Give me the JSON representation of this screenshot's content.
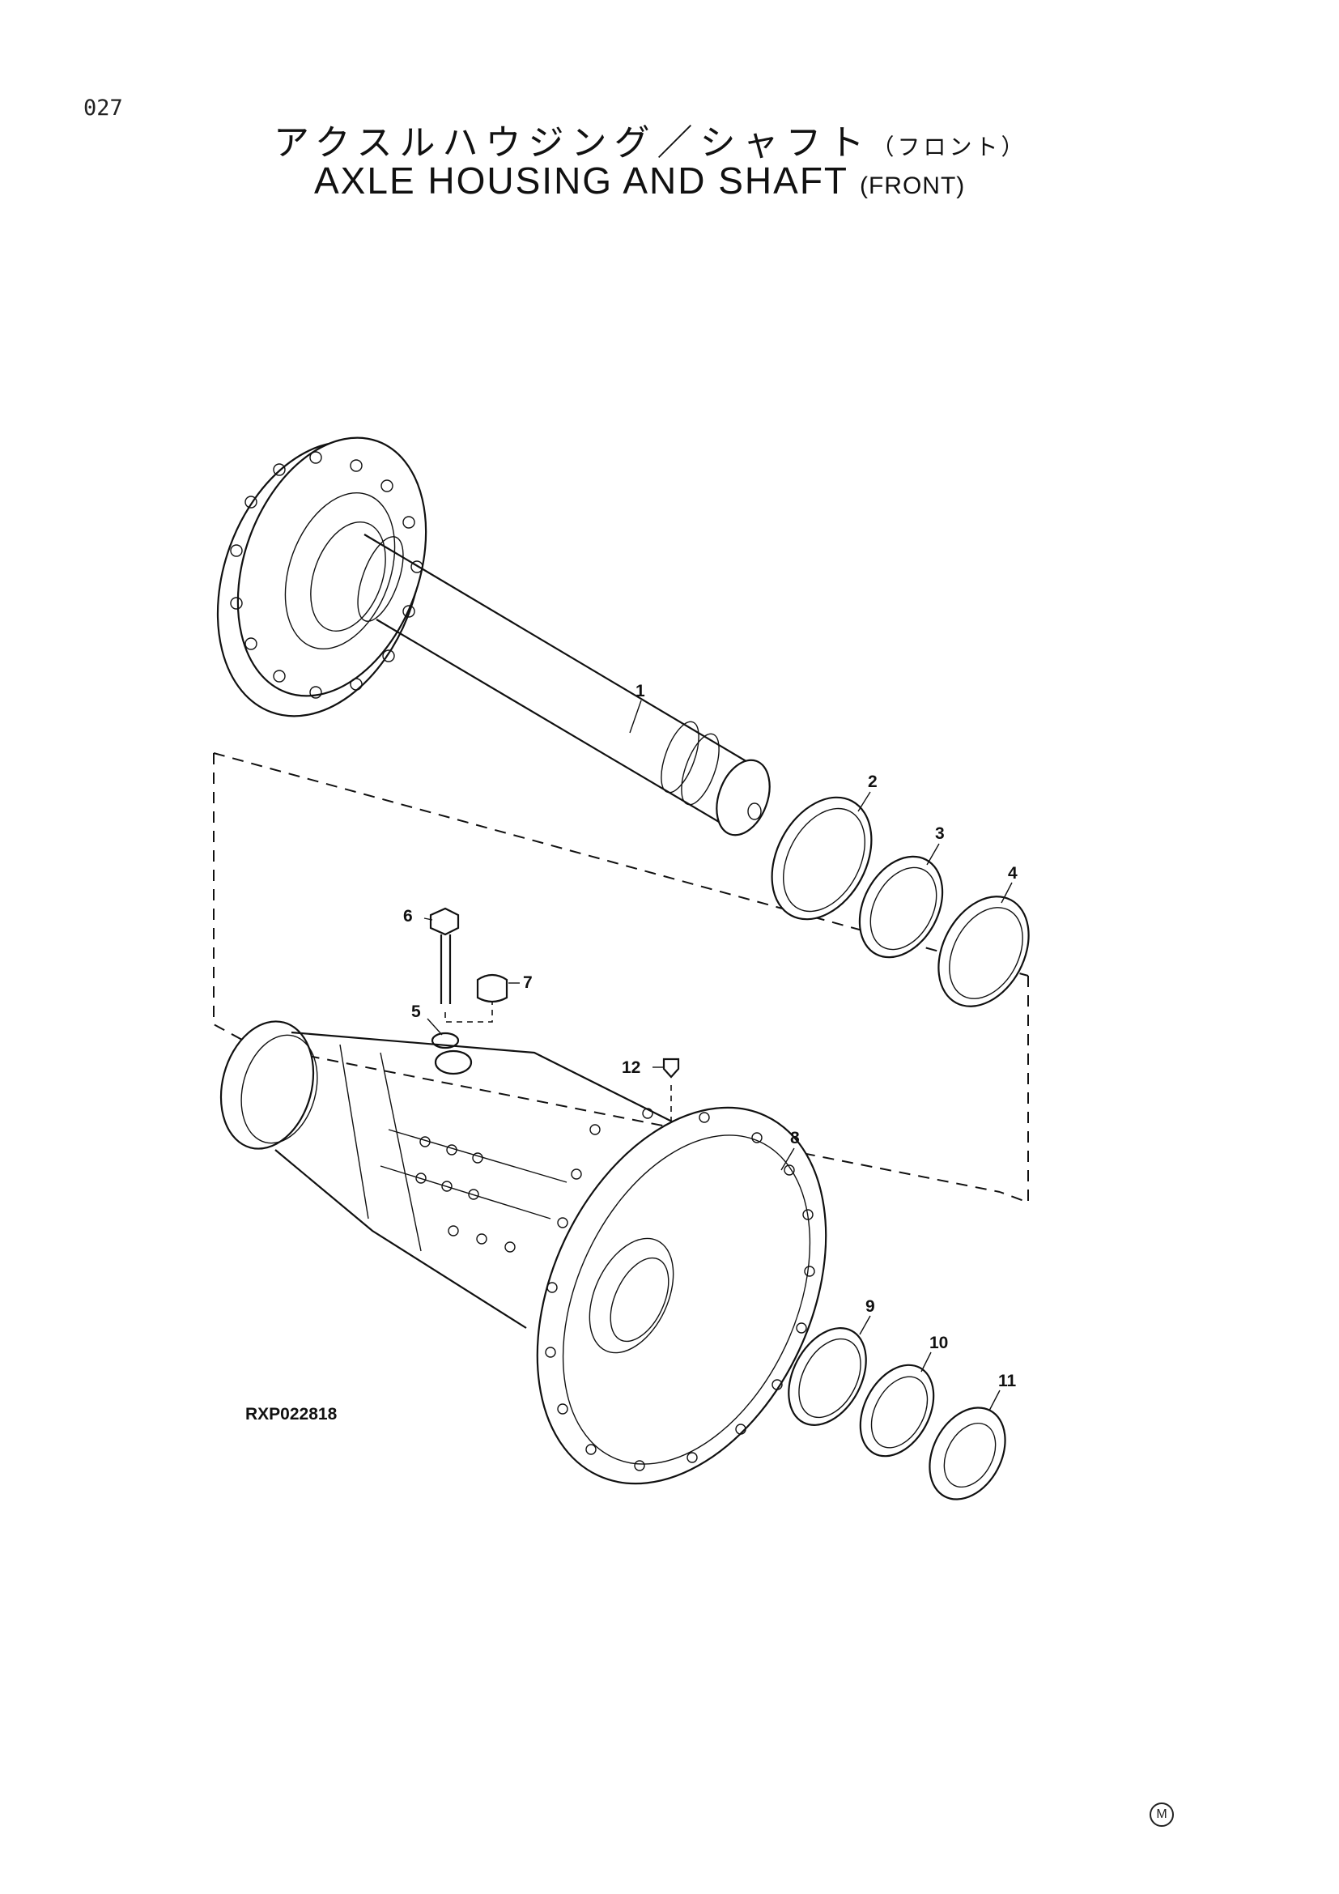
{
  "page_number": "027",
  "title": {
    "ja": "アクスルハウジング／シャフト",
    "ja_qualifier": "（フロント）",
    "en": "AXLE  HOUSING  AND  SHAFT",
    "en_qualifier": "(FRONT)"
  },
  "callouts": [
    "1",
    "2",
    "3",
    "4",
    "5",
    "6",
    "7",
    "8",
    "9",
    "10",
    "11",
    "12"
  ],
  "reference_code": "RXP022818",
  "corner_mark": "M"
}
